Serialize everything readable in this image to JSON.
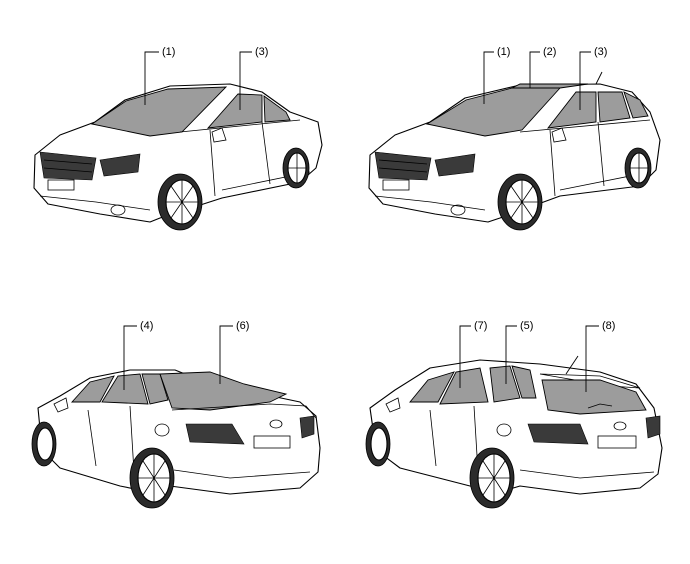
{
  "figures": [
    {
      "id": "sedan-front",
      "callouts": [
        "(1)",
        "(3)"
      ]
    },
    {
      "id": "wagon-front",
      "callouts": [
        "(1)",
        "(2)",
        "(3)"
      ]
    },
    {
      "id": "sedan-rear",
      "callouts": [
        "(4)",
        "(6)"
      ]
    },
    {
      "id": "wagon-rear",
      "callouts": [
        "(7)",
        "(5)",
        "(8)"
      ]
    }
  ],
  "colors": {
    "glass": "#9c9c9c",
    "line": "#000000",
    "background": "#ffffff"
  }
}
